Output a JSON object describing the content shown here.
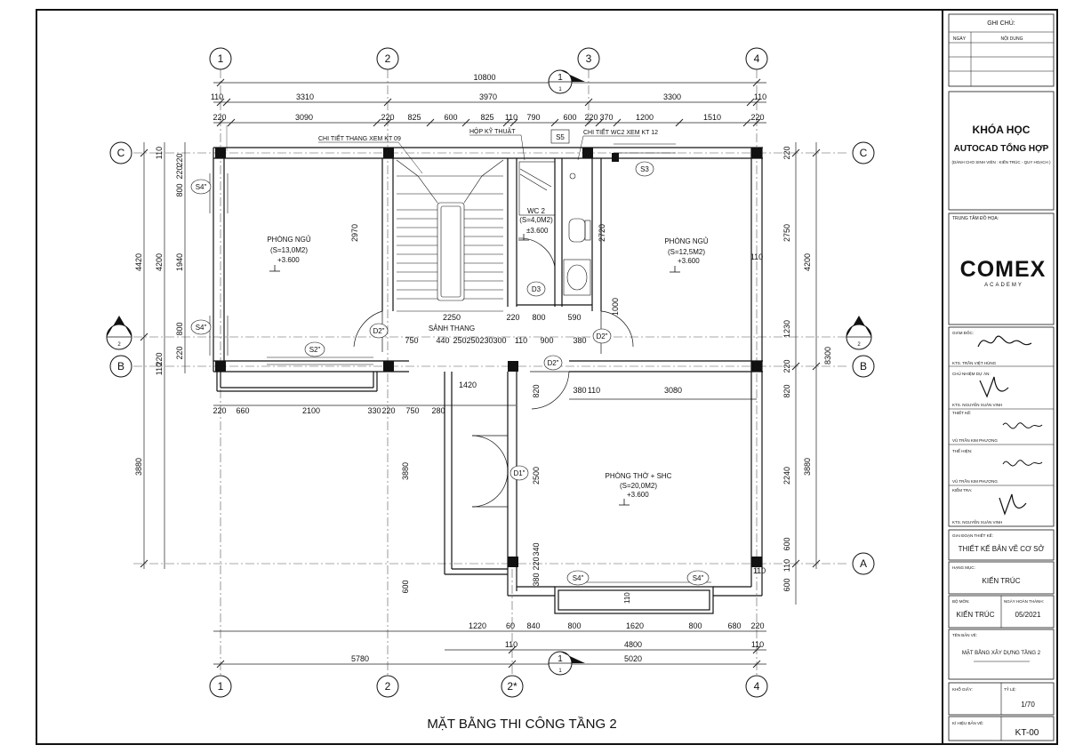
{
  "drawing": {
    "title": "MẶT BẰNG THI CÔNG TẦNG 2",
    "axes_top": [
      "1",
      "2",
      "3",
      "4"
    ],
    "axes_bottom": [
      "1",
      "2",
      "2*",
      "4"
    ],
    "axes_left": [
      "C",
      "2",
      "B"
    ],
    "axes_right": [
      "C",
      "2",
      "B",
      "A"
    ],
    "section_marks": [
      {
        "num": "1",
        "letter": "1"
      },
      {
        "num": "1",
        "letter": "1"
      },
      {
        "num": "2",
        "letter": "2"
      },
      {
        "num": "2",
        "letter": "2"
      }
    ],
    "dims_top": {
      "overall": "10800",
      "row2": [
        "110",
        "3310",
        "3970",
        "3300",
        "110"
      ],
      "row3": [
        "220",
        "3090",
        "220",
        "825",
        "600",
        "825",
        "110",
        "790",
        "600",
        "220",
        "370",
        "1200",
        "1510",
        "220"
      ]
    },
    "dims_bottom": {
      "row1": [
        "1220",
        "60",
        "840",
        "800",
        "1620",
        "800",
        "680",
        "220"
      ],
      "row2": [
        "110",
        "4800",
        "110"
      ],
      "row3": [
        "5780",
        "5020"
      ]
    },
    "dims_left": {
      "overall": [
        "4420",
        "3880"
      ],
      "col2": [
        "110",
        "220",
        "220",
        "800",
        "1940",
        "800",
        "220",
        "220",
        "110"
      ],
      "col3": [
        "4200"
      ]
    },
    "dims_right": {
      "overall": "8300",
      "col1": [
        "4200",
        "3880"
      ],
      "col2": [
        "220",
        "2750",
        "110",
        "1230",
        "220",
        "820",
        "2240",
        "600",
        "110",
        "600"
      ]
    },
    "dims_interior": [
      "2970",
      "2720",
      "2250",
      "220",
      "800",
      "590",
      "750",
      "440",
      "250",
      "250",
      "230",
      "300",
      "110",
      "900",
      "380",
      "1420",
      "820",
      "380",
      "110",
      "3080",
      "220",
      "660",
      "2100",
      "330",
      "220",
      "750",
      "280",
      "3880",
      "2500",
      "340",
      "220",
      "380",
      "600",
      "110",
      "1000"
    ],
    "rooms": [
      {
        "name": "PHÒNG NGỦ",
        "area": "(S=13,0M2)",
        "level": "+3.600"
      },
      {
        "name": "PHÒNG NGỦ",
        "area": "(S=12,5M2)",
        "level": "+3.600"
      },
      {
        "name": "WC 2",
        "area": "(S=4,0M2)",
        "level": "±3.600"
      },
      {
        "name": "PHÒNG THỜ + SHC",
        "area": "(S=20,0M2)",
        "level": "+3.600"
      }
    ],
    "labels": {
      "stair_lobby": "SẢNH THANG",
      "stair_note": "CHI TIẾT THANG XEM KT 09",
      "tech_box": "HỘP KỸ THUẬT",
      "wc_note": "CHI TIẾT WC2 XEM KT 12",
      "tag_s5": "S5",
      "tag_s3": "S3",
      "tag_s4_1": "S4\"",
      "tag_s4_2": "S4\"",
      "tag_s4_3": "S4\"",
      "tag_s4_4": "S4\"",
      "tag_s2": "S2\"",
      "tag_d2_1": "D2\"",
      "tag_d2_2": "D2\"",
      "tag_d2_3": "D2\"",
      "tag_d3": "D3",
      "tag_d1": "D1\""
    }
  },
  "title_block": {
    "notes_header": "GHI CHÚ:",
    "col_date": "NGÀY",
    "col_content": "NỘI DUNG",
    "course_title_1": "KHÓA HỌC",
    "course_title_2": "AUTOCAD TỔNG HỢP",
    "course_sub": "(DÀNH CHO SINH VIÊN : KIẾN TRÚC - QUY HOẠCH )",
    "center_label": "TRUNG TÂM ĐỒ HỌA:",
    "logo_main": "COMEX",
    "logo_sub": "ACADEMY",
    "director_label": "GIÁM ĐỐC:",
    "director_name": "KTS. TRẦN VIỆT HÙNG",
    "chief_label": "CHỦ NHIỆM DỰ ÁN:",
    "chief_name": "KTS. NGUYỄN XUÂN VINH",
    "design_label": "THIẾT KẾ:",
    "design_name": "VŨ TRẦN KIM PHƯỢNG",
    "drafter_label": "THỂ HIỆN:",
    "drafter_name": "VŨ TRẦN KIM PHƯỢNG",
    "check_label": "KIỂM TRA:",
    "check_name": "KTS. NGUYỄN XUÂN VINH",
    "stage_label": "GIAI ĐOẠN THIẾT KẾ:",
    "stage_value": "THIẾT KẾ BẢN VẼ CƠ SỞ",
    "item_label": "HẠNG MỤC:",
    "item_value": "KIẾN TRÚC",
    "dept_label": "BỘ MÔN:",
    "dept_value": "KIẾN TRÚC",
    "date_label": "NGÀY HOÀN THÀNH:",
    "date_value": "05/2021",
    "drawing_name_label": "TÊN BẢN VẼ:",
    "drawing_name_value": "MẶT BẰNG XÂY DỰNG TẦNG 2",
    "paper_label": "KHỔ GIẤY:",
    "scale_label": "TỶ LỆ:",
    "scale_value": "1/70",
    "code_label": "KÍ HIỆU BẢN VẼ:",
    "code_value": "KT-00"
  }
}
